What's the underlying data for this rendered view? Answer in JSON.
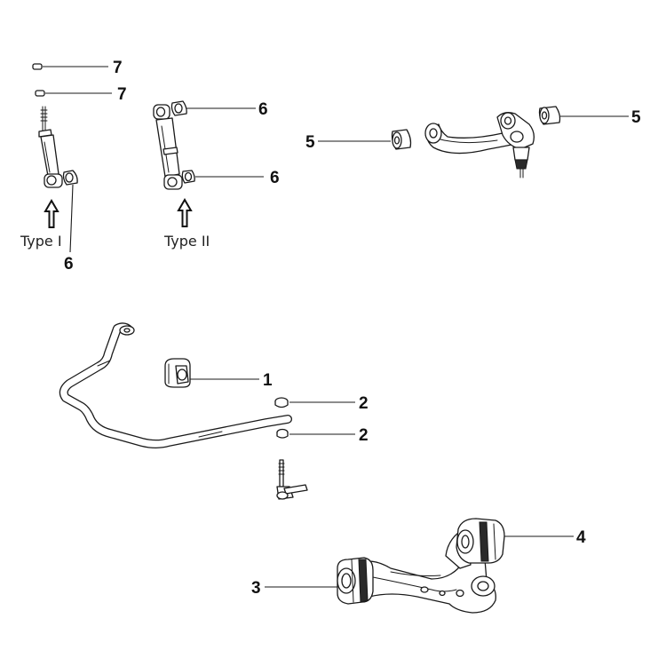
{
  "labels": {
    "shock_i_top_7": "7",
    "shock_i_bot_7": "7",
    "shock_ii_top_6": "6",
    "shock_ii_bot_6": "6",
    "shock_i_6": "6",
    "upper_arm_left_5": "5",
    "upper_arm_right_5": "5",
    "stab_bushing_1": "1",
    "link_bushing_top_2": "2",
    "link_bushing_bot_2": "2",
    "lower_arm_bushing_3": "3",
    "lower_arm_bushing_4": "4"
  },
  "types": {
    "type_i": "Type I",
    "type_ii": "Type II"
  }
}
